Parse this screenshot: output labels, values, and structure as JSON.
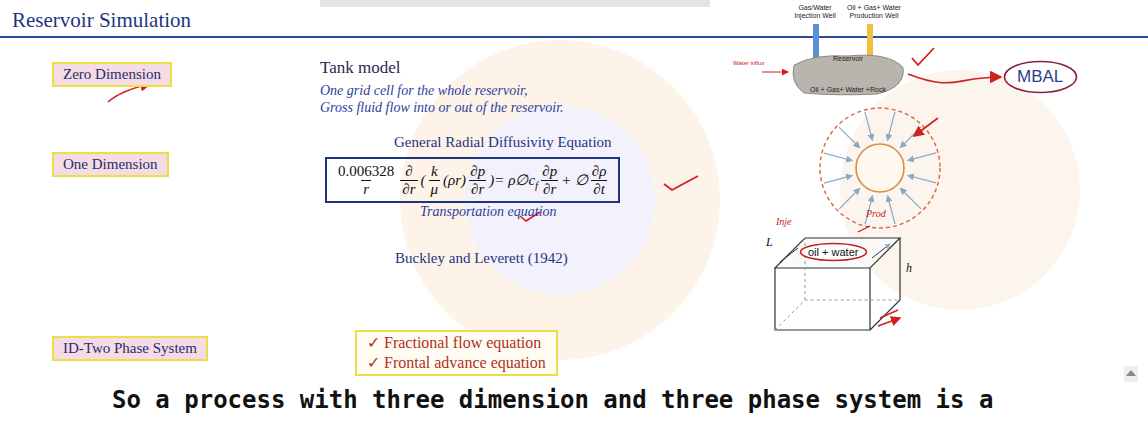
{
  "diagram": {
    "title": "Reservoir Simulation",
    "caption": "So a process with three dimension and three phase system is a",
    "nodes": [
      {
        "text": [
          "Zero Dimension"
        ]
      },
      {
        "text": [
          "Reservoir",
          "Oil + Gas+ Water +Rock"
        ]
      },
      {
        "text": [
          "MBAL"
        ]
      },
      {
        "text": [
          "One Dimension"
        ]
      },
      {
        "text": [
          "0.006328",
          "r",
          "∂",
          "∂r",
          "(",
          "k",
          "μ",
          "(ρr)",
          "∂p",
          "∂r",
          ")",
          "= ρ∅c",
          "f",
          "∂p",
          "∂r",
          "+ ∅",
          "∂ρ",
          "∂t"
        ]
      },
      {
        "text": [
          "ID-Two Phase System"
        ]
      },
      {
        "text": [
          "✓ Fractional flow equation",
          "✓ Frontal advance equation"
        ]
      },
      {
        "text": [
          "oil + water"
        ]
      }
    ],
    "edges": [
      {
        "from": 1,
        "to": 2,
        "arrow": "to"
      }
    ],
    "labels": [
      "Tank model",
      "One grid cell for the whole reservoir,",
      "Gross fluid flow into or out of the reservoir.",
      "Gas/Water Injection Well",
      "Oil + Gas+ Water Production Well",
      "Water influx",
      "General Radial Diffusivity Equation",
      "Transportation equation",
      "Buckley and Leverett (1942)",
      "L",
      "h",
      "Inje",
      "Prod"
    ]
  }
}
